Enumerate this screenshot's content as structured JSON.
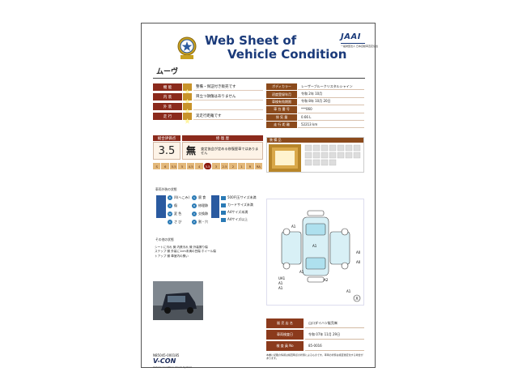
{
  "header": {
    "title_line1": "Web Sheet of",
    "title_line2": "Vehicle Condition",
    "jaai_logo": "JAAI",
    "jaai_sub": "一般財団法人 日本自動車査定協会"
  },
  "car_name": "ムーヴ",
  "status_rows": [
    {
      "label": "機 能",
      "value": "整備・保証付き販売です"
    },
    {
      "label": "内 装",
      "value": "目立つ損傷はありません"
    },
    {
      "label": "外 装",
      "value": ""
    },
    {
      "label": "走 行",
      "value": "実走行距離です"
    }
  ],
  "specs": [
    {
      "label": "ボディカラー",
      "value": "レーザーブルークリスタルシャイン"
    },
    {
      "label": "初度登録年月",
      "value": "令和 2年 10月"
    },
    {
      "label": "車検有効期限",
      "value": "令和 8年 10月 20日"
    },
    {
      "label": "車 台 番 号",
      "value": "***060"
    },
    {
      "label": "排 気 量",
      "value": "0.66 L"
    },
    {
      "label": "走 行 距 離",
      "value": "52213 km"
    }
  ],
  "grade": {
    "header_grade": "総合評価点",
    "header_repair": "修 復 歴",
    "score": "3.5",
    "repair_mark": "無",
    "repair_text": "査定協会が定める修復歴車ではありません",
    "scale": [
      "S",
      "6",
      "5.5",
      "5",
      "4.5",
      "4",
      "3.5",
      "3",
      "2.5",
      "2",
      "1",
      "R",
      "RA"
    ],
    "active_index": 6
  },
  "condition": {
    "header": "装 備 品"
  },
  "legend": {
    "header": "車両外装の状態",
    "items": [
      {
        "code": "D",
        "label": "凹(へこみ)"
      },
      {
        "code": "S",
        "label": "腐 食"
      },
      {
        "code": "U",
        "label": "傷"
      },
      {
        "code": "B",
        "label": "修理跡"
      },
      {
        "code": "W",
        "label": "変 色"
      },
      {
        "code": "X",
        "label": "交換跡"
      },
      {
        "code": "C",
        "label": "さ び"
      },
      {
        "code": "P",
        "label": "割・穴"
      }
    ],
    "sizes": [
      {
        "code": "1",
        "label": "500円玉サイズ未満"
      },
      {
        "code": "2",
        "label": "カードサイズ未満"
      },
      {
        "code": "3",
        "label": "A4サイズ未満"
      },
      {
        "code": "4",
        "label": "A4サイズ以上"
      }
    ]
  },
  "other": {
    "header": "その他の状態",
    "lines": [
      "シートに汚れ 微 内張汚れ 微 外装擦り傷",
      "ステップ 微 外装に1cm未満の凹傷 ホイール傷",
      "トアップ 微 車室内の臭い"
    ]
  },
  "diagram_labels": [
    "A1",
    "A1",
    "A1",
    "UA1",
    "A1",
    "A1",
    "A0",
    "A1",
    "A2",
    "A0"
  ],
  "dealer": {
    "shop_label": "販 売 店 名",
    "shop_value": "山口ダイハツ販売㈱",
    "inspect_date_label": "車両検査日",
    "inspect_date_value": "令和 07年 11月 29日",
    "inspector_label": "検 査 員 No",
    "inspector_value": "85-0016"
  },
  "footer": {
    "code": "N85045-000185",
    "vcon": "V-CON",
    "vcon_sub": "Vehicle Condition Check System",
    "note": "本書に記載の情報は検査時点の状態によるものです。車両の状態は検査後変化する場合があります。"
  },
  "colors": {
    "title_blue": "#1a3a7a",
    "label_red": "#8b2a1c",
    "star_gold": "#c8932a"
  }
}
